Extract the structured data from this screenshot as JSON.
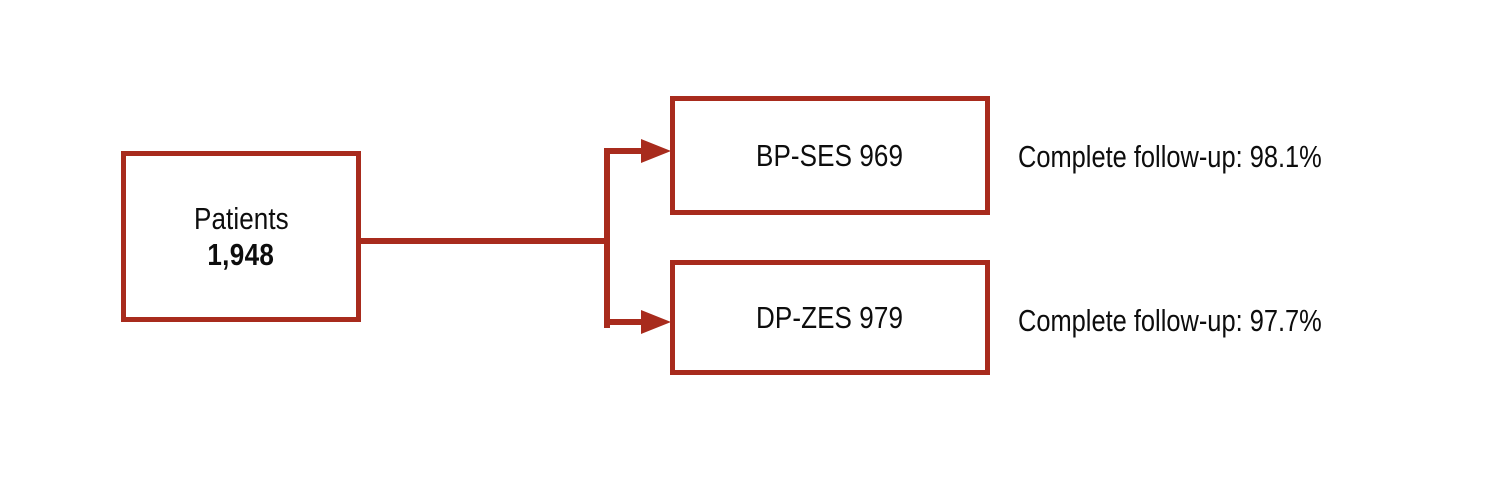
{
  "figure": {
    "type": "flowchart",
    "background_color": "#ffffff",
    "accent_color": "#a82b1d",
    "text_color": "#0d0d0d"
  },
  "nodes": {
    "root": {
      "label": "Patients",
      "count": "1,948"
    },
    "arm_one": {
      "label": "BP-SES 969",
      "note": "Complete follow-up: 98.1%"
    },
    "arm_two": {
      "label": "DP-ZES 979",
      "note": "Complete follow-up: 97.7%"
    }
  },
  "chart_data": {
    "type": "diagram",
    "title": "",
    "total_patients": 1948,
    "groups": [
      {
        "name": "BP-SES",
        "n": 969,
        "complete_follow_up_pct": 98.1,
        "label": "BP-SES 969",
        "note": "Complete follow-up: 98.1%"
      },
      {
        "name": "DP-ZES",
        "n": 979,
        "complete_follow_up_pct": 97.7,
        "label": "DP-ZES 979",
        "note": "Complete follow-up: 97.7%"
      }
    ]
  }
}
